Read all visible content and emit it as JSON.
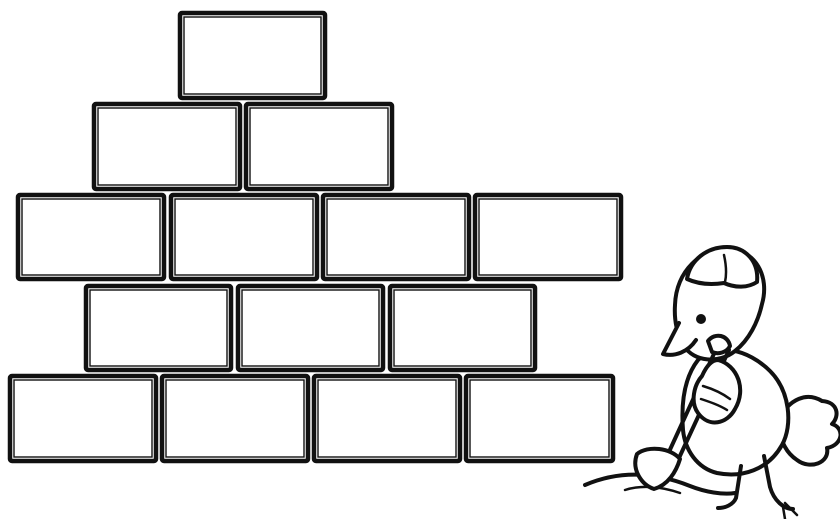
{
  "worksheet": {
    "type": "blank brick pyramid worksheet",
    "colors": {
      "ink": "#111111",
      "paper": "#ffffff"
    },
    "pyramid": {
      "row_counts": [
        1,
        2,
        4,
        3,
        4
      ],
      "brick_values": [
        [
          ""
        ],
        [
          "",
          ""
        ],
        [
          "",
          "",
          "",
          ""
        ],
        [
          "",
          "",
          ""
        ],
        [
          "",
          "",
          "",
          ""
        ]
      ]
    },
    "illustration": {
      "subject": "bird-icon",
      "tool": "shovel-icon"
    }
  }
}
